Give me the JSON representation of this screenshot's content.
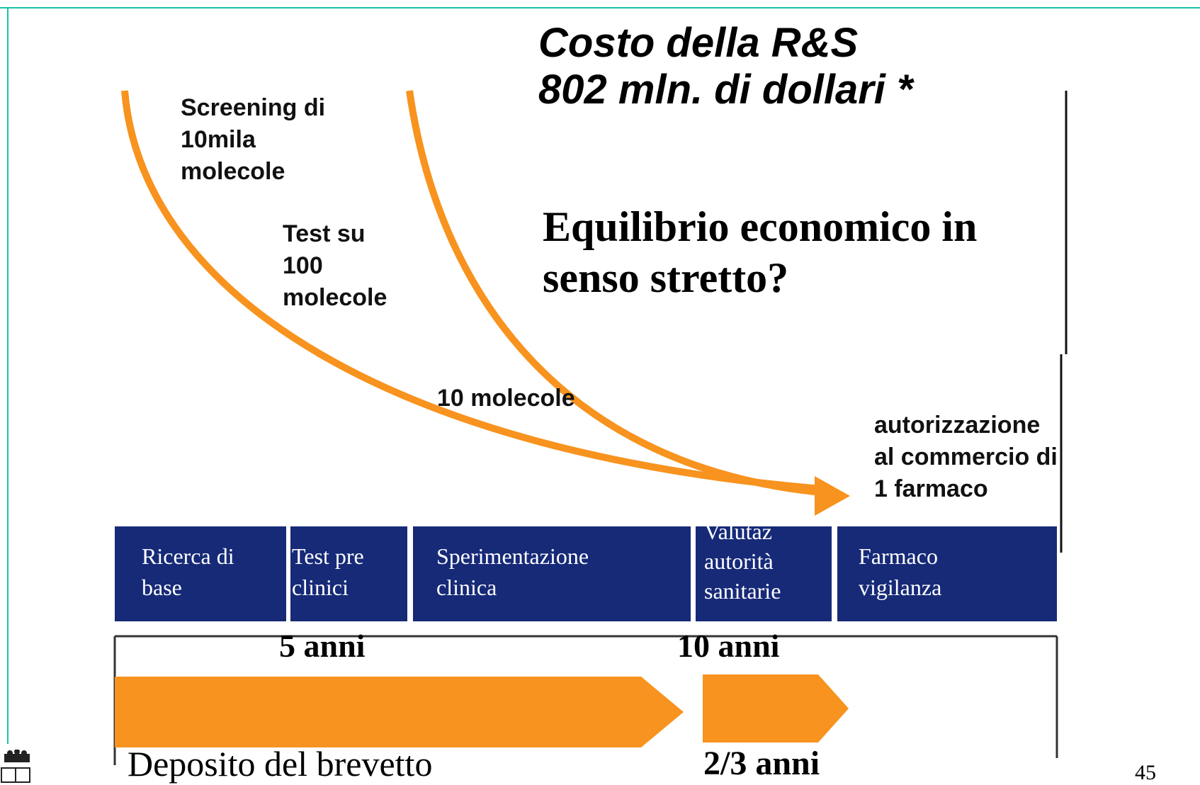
{
  "title": {
    "line1": "Costo della R&S",
    "line2": "802 mln. di dollari *"
  },
  "question": {
    "line1": "Equilibrio economico in",
    "line2": "senso stretto?"
  },
  "funnel": {
    "screening": [
      "Screening di",
      "10mila",
      "molecole"
    ],
    "test": [
      "Test su",
      "100",
      "molecole"
    ],
    "ten": "10 molecole",
    "authorization": [
      "autorizzazione",
      "al commercio di",
      "1 farmaco"
    ]
  },
  "phases": [
    {
      "lines": [
        "Ricerca di",
        "base"
      ]
    },
    {
      "lines": [
        "Test pre",
        "clinici"
      ]
    },
    {
      "lines": [
        "Sperimentazione",
        "clinica"
      ]
    },
    {
      "lines": [
        "Valutaz",
        "autorità",
        "sanitarie"
      ]
    },
    {
      "lines": [
        "Farmaco",
        "vigilanza"
      ]
    }
  ],
  "timeline": {
    "five_years": "5 anni",
    "ten_years": "10 anni",
    "patent_label": "Deposito del brevetto",
    "extra_years": "2/3 anni"
  },
  "colors": {
    "orange": "#f7931e",
    "navy": "#172a78",
    "frame": "#19c3a8"
  },
  "page_number": "45"
}
